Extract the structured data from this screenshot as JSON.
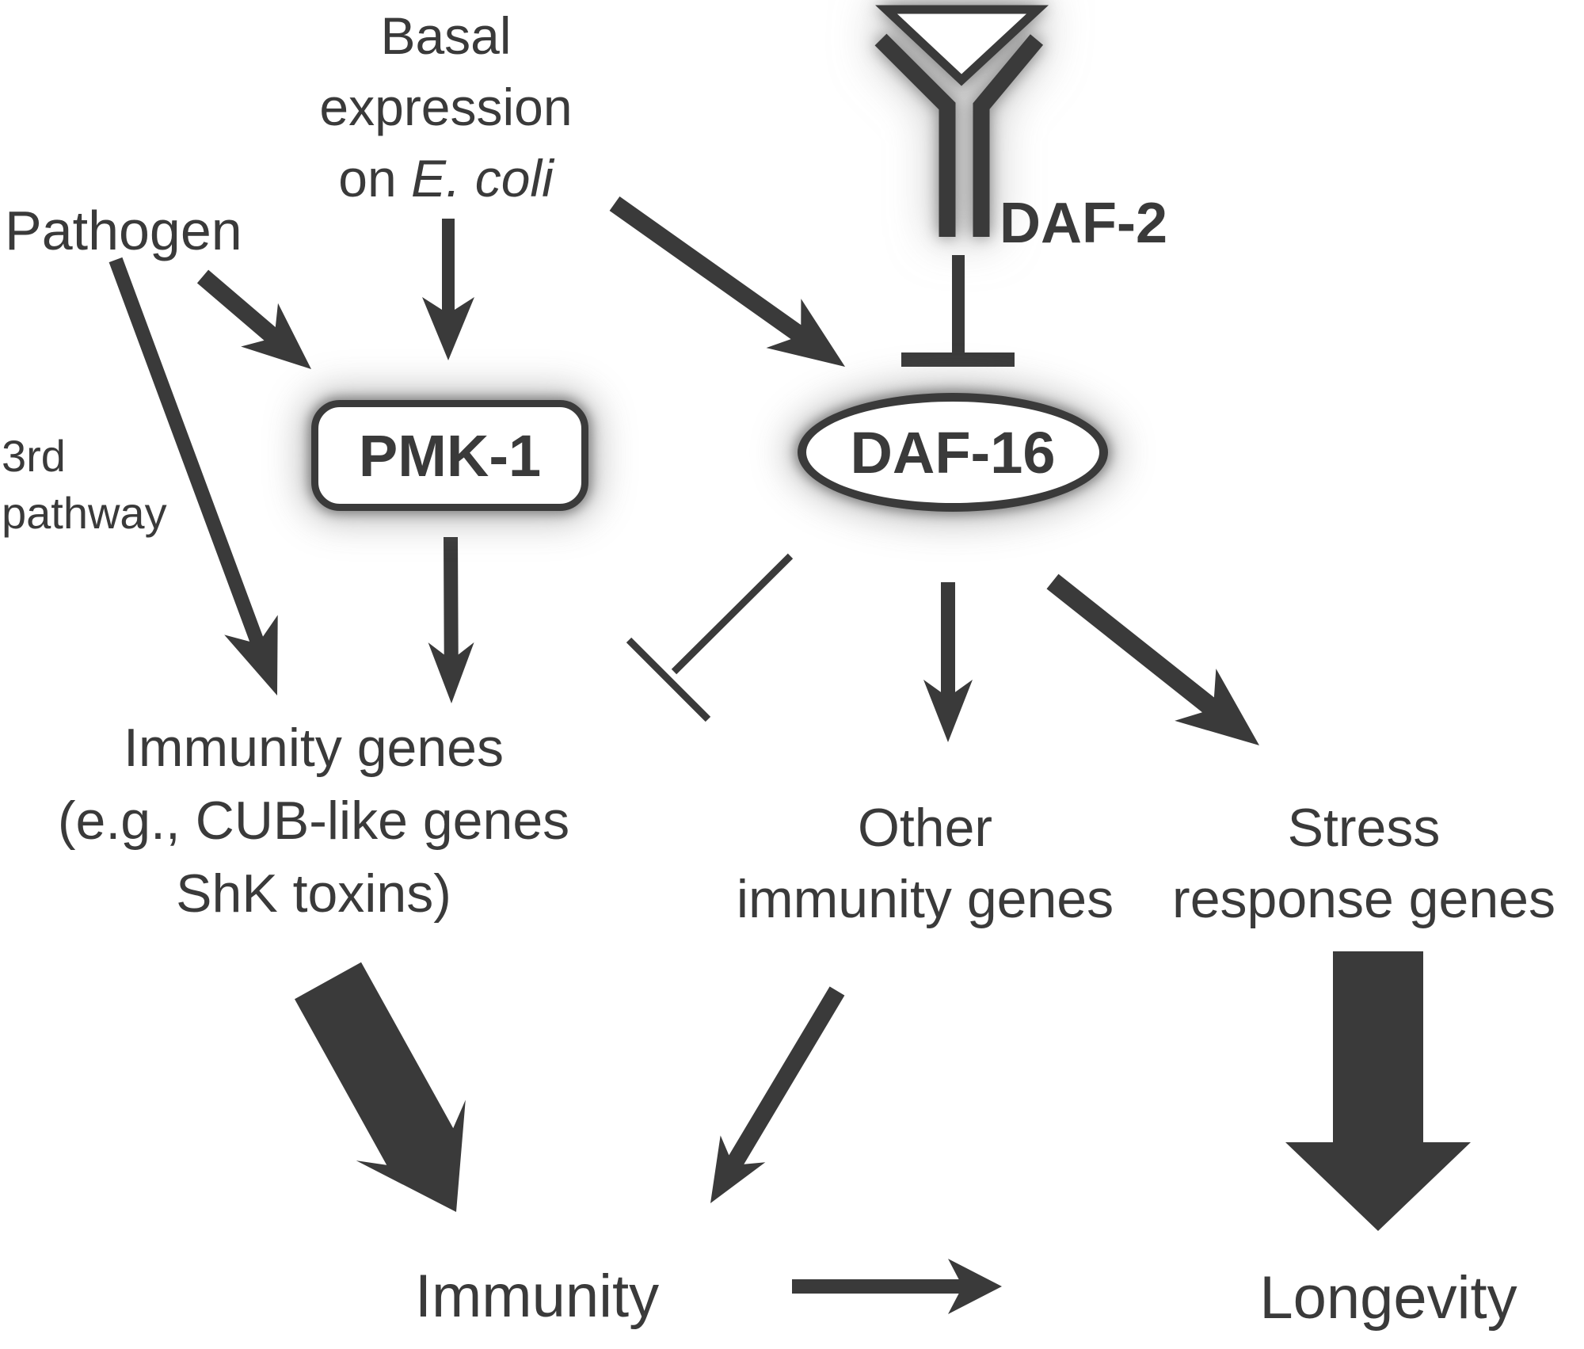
{
  "colors": {
    "accent": "#3a3a3a",
    "node_fill": "#ffffff",
    "background": "#ffffff"
  },
  "nodes": {
    "basal": {
      "line1": "Basal",
      "line2": "expression",
      "line3_prefix": "on ",
      "line3_italic": "E. coli"
    },
    "pathogen": {
      "label": "Pathogen"
    },
    "third_pathway": {
      "line1": "3rd",
      "line2": "pathway"
    },
    "daf2": {
      "label": "DAF-2"
    },
    "pmk1": {
      "label": "PMK-1"
    },
    "daf16": {
      "label": "DAF-16"
    },
    "immunity_genes": {
      "line1": "Immunity genes",
      "line2": "(e.g., CUB-like genes",
      "line3": "ShK toxins)"
    },
    "other_immunity": {
      "line1": "Other",
      "line2": "immunity genes"
    },
    "stress_response": {
      "line1": "Stress",
      "line2": "response genes"
    },
    "immunity": {
      "label": "Immunity"
    },
    "longevity": {
      "label": "Longevity"
    }
  },
  "icons": {
    "daf2_receptor": "receptor-y-icon",
    "inhibition": "t-bar-icon"
  },
  "edges": [
    {
      "from": "Pathogen",
      "to": "PMK-1",
      "type": "activation"
    },
    {
      "from": "Pathogen",
      "to": "Immunity genes",
      "type": "activation",
      "via": "3rd pathway"
    },
    {
      "from": "Basal expression on E. coli",
      "to": "PMK-1",
      "type": "activation"
    },
    {
      "from": "Basal expression on E. coli",
      "to": "DAF-16",
      "type": "activation"
    },
    {
      "from": "DAF-2",
      "to": "DAF-16",
      "type": "inhibition"
    },
    {
      "from": "PMK-1",
      "to": "Immunity genes",
      "type": "activation"
    },
    {
      "from": "DAF-16",
      "to": "Immunity genes",
      "type": "inhibition"
    },
    {
      "from": "DAF-16",
      "to": "Other immunity genes",
      "type": "activation"
    },
    {
      "from": "DAF-16",
      "to": "Stress response genes",
      "type": "activation"
    },
    {
      "from": "Immunity genes",
      "to": "Immunity",
      "type": "activation"
    },
    {
      "from": "Other immunity genes",
      "to": "Immunity",
      "type": "activation"
    },
    {
      "from": "Immunity",
      "to": "Longevity",
      "type": "activation"
    },
    {
      "from": "Stress response genes",
      "to": "Longevity",
      "type": "activation"
    }
  ]
}
